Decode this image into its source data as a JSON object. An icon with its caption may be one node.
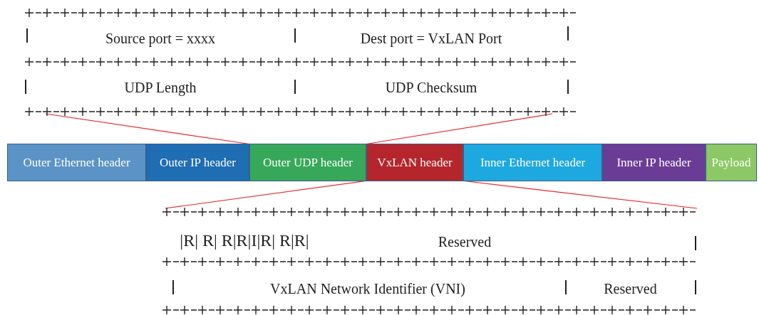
{
  "diagram": {
    "nodes": [
      {
        "text": [],
        "shape": "box"
      },
      {
        "text": [
          "Source port = xxxx"
        ],
        "in": 0
      },
      {
        "text": [
          "Dest port = VxLAN Port"
        ],
        "in": 0
      },
      {
        "text": [
          "UDP Length"
        ],
        "in": 0
      },
      {
        "text": [
          "UDP Checksum"
        ],
        "in": 0
      },
      {
        "text": [
          "Outer Ethernet header"
        ]
      },
      {
        "text": [
          "Outer IP header"
        ]
      },
      {
        "text": [
          "Outer UDP header"
        ]
      },
      {
        "text": [
          "VxLAN header"
        ]
      },
      {
        "text": [
          "Inner Ethernet header"
        ]
      },
      {
        "text": [
          "Inner IP header"
        ]
      },
      {
        "text": [
          "Payload"
        ]
      },
      {
        "text": [],
        "shape": "box"
      },
      {
        "text": [
          "|R| R| R|R|I|R| R|R|"
        ],
        "in": 12
      },
      {
        "text": [
          "Reserved"
        ],
        "in": 12
      },
      {
        "text": [
          "VxLAN Network Identifier (VNI)"
        ],
        "in": 12
      },
      {
        "text": [
          "Reserved"
        ],
        "in": 12
      }
    ],
    "edges": [
      {
        "from": 7,
        "to": 0,
        "arrow": "none",
        "color": "#e8262b"
      },
      {
        "from": 7,
        "to": 0,
        "arrow": "none",
        "color": "#e8262b"
      },
      {
        "from": 8,
        "to": 12,
        "arrow": "none",
        "color": "#e8262b"
      },
      {
        "from": 8,
        "to": 12,
        "arrow": "none",
        "color": "#e8262b"
      }
    ]
  }
}
